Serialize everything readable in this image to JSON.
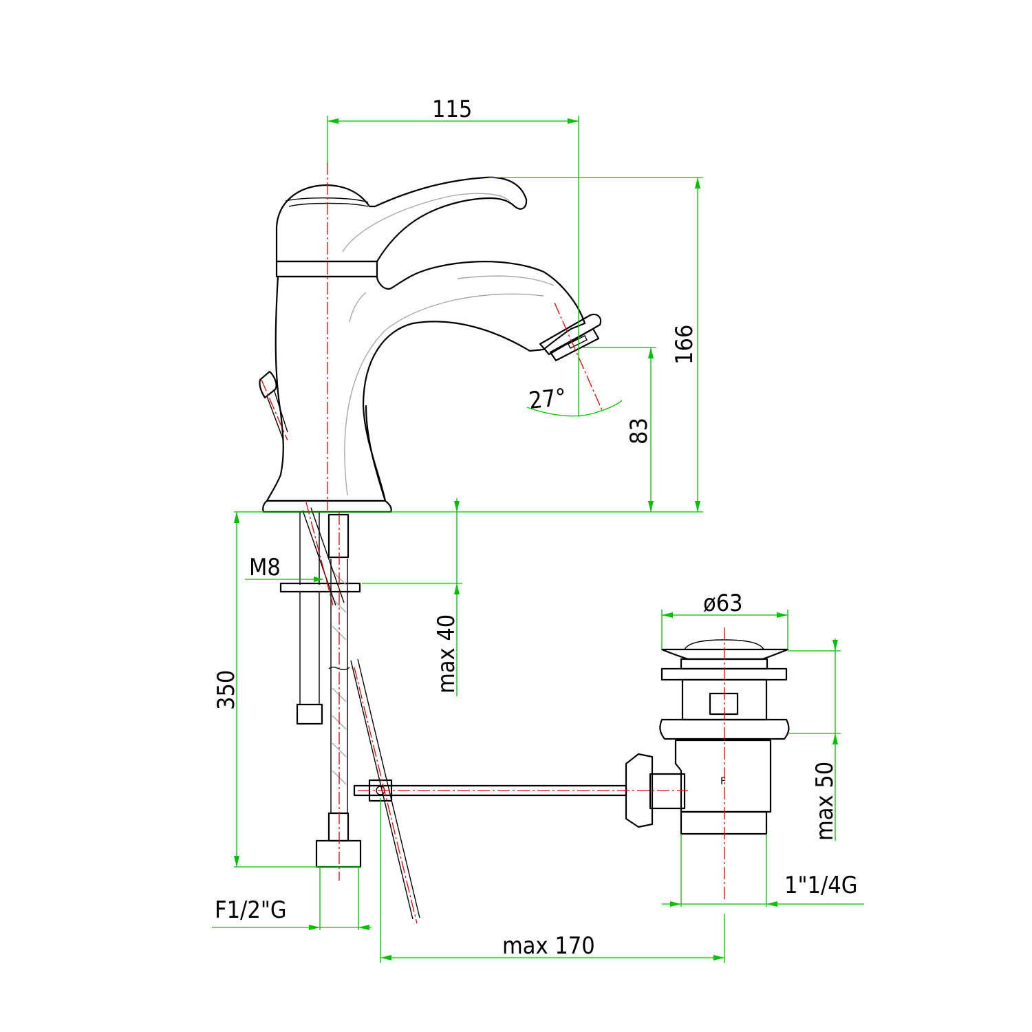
{
  "colors": {
    "outline": "#000000",
    "hidden": "#a8a8a8",
    "centerline": "#e00000",
    "dimension": "#00c000"
  },
  "dimensions": {
    "width_115": "115",
    "height_166": "166",
    "height_83": "83",
    "angle_27": "27°",
    "length_350": "350",
    "thread_m8": "M8",
    "max_40": "max 40",
    "dia_63": "ø63",
    "max_50": "max 50",
    "thread_1_1_4": "1\"1/4G",
    "thread_f1_2": "F1/2\"G",
    "max_170": "max 170"
  },
  "marks": {
    "waste_letter": "F"
  }
}
